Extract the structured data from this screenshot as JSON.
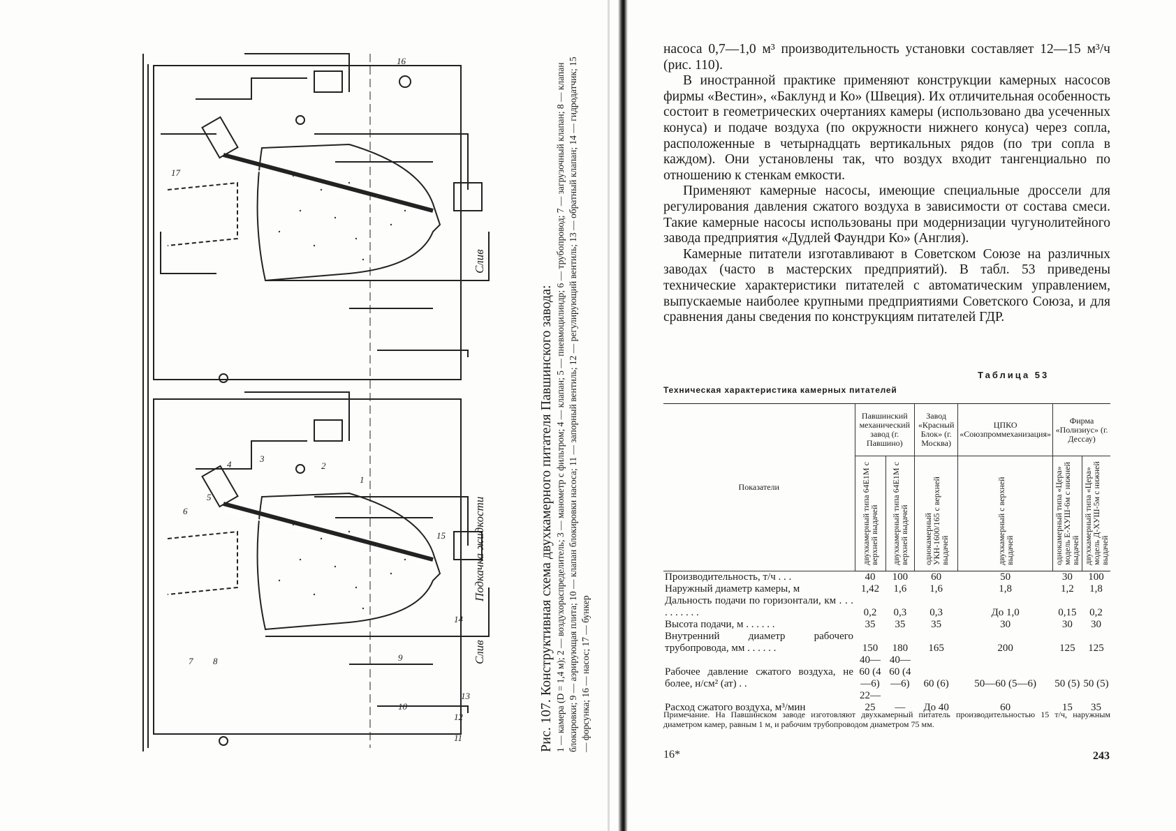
{
  "figure": {
    "title": "Рис. 107. Конструктивная схема двухкамерного питателя Павшинского завода:",
    "legend": "1 — камера (D = 1,4 м); 2 — воздухораспределитель; 3 — манометр с фильтром; 4 — клапан; 5 — пневмоцилиндр; 6 — трубопровод; 7 — загрузочный клапан; 8 — клапан блокировки; 9 — аэрирующая плита; 10 — клапан блокировки насоса; 11 — запорный вентиль; 12 — регулирующий вентиль; 13 — обратный клапан; 14 — гидродатчик; 15 — форсунка; 16 — насос; 17 — бункер",
    "labels": {
      "supply": "Подкачка жидкости",
      "drain_top": "Слив",
      "drain_bottom": "Слив",
      "n1": "1",
      "n2": "2",
      "n3": "3",
      "n4": "4",
      "n5": "5",
      "n6": "6",
      "n7": "7",
      "n8": "8",
      "n9": "9",
      "n10": "10",
      "n11": "11",
      "n12": "12",
      "n13": "13",
      "n14": "14",
      "n15": "15",
      "n16": "16",
      "n17": "17"
    }
  },
  "text": {
    "p1": "насоса 0,7—1,0 м³ производительность установки составляет 12—15 м³/ч (рис. 110).",
    "p2": "В иностранной практике применяют конструкции камерных насосов фирмы «Вестин», «Баклунд и Ко» (Швеция). Их отличительная особенность состоит в геометрических очертаниях камеры (использовано два усеченных конуса) и подаче воздуха (по окружности нижнего конуса) через сопла, расположенные в четырнадцать вертикальных рядов (по три сопла в каждом). Они установлены так, что воздух входит тангенциально по отношению к стенкам емкости.",
    "p3": "Применяют камерные насосы, имеющие специальные дроссели для регулирования давления сжатого воздуха в зависимости от состава смеси. Такие камерные насосы использованы при модернизации чугунолитейного завода предприятия «Дудлей Фаундри Ко» (Англия).",
    "p4": "Камерные питатели изготавливают в Советском Союзе на различных заводах (часто в мастерских предприятий). В табл. 53 приведены технические характеристики питателей с автоматическим управлением, выпускаемые наиболее крупными предприятиями Советского Союза, и для сравнения даны сведения по конструкциям питателей ГДР."
  },
  "table": {
    "number": "Таблица 53",
    "title": "Техническая характеристика камерных питателей",
    "col_header": "Показатели",
    "groups": [
      "Павшинский механический завод (г. Павшино)",
      "Завод «Красный Блок» (г. Москва)",
      "ЦПКО «Союзпроммеханизация»",
      "Фирма «Полизиус» (г. Дессау)"
    ],
    "subcols": [
      "двухкамерный типа 64Е1М с верхней выдачей",
      "двухкамерный типа 64Е1М с верхней выдачей",
      "однокамерный УКН-1600/165 с верхней выдачей",
      "двухкамерный с верхней выдачей",
      "однокамерный типа «Цера» модель Е-ХУШ-6м с нижней выдачей",
      "двухкамерный типа «Цера» модель Д-ХУШ-5м с нижней выдачей"
    ],
    "rows": [
      {
        "label": "Производительность, т/ч . . .",
        "values": [
          "40",
          "100",
          "60",
          "50",
          "30",
          "100"
        ]
      },
      {
        "label": "Наружный диаметр камеры, м",
        "values": [
          "1,42",
          "1,6",
          "1,6",
          "1,8",
          "1,2",
          "1,8"
        ]
      },
      {
        "label": "Дальность подачи по горизонтали, км . . . . . . . . . .",
        "values": [
          "0,2",
          "0,3",
          "0,3",
          "До 1,0",
          "0,15",
          "0,2"
        ]
      },
      {
        "label": "Высота подачи, м . . . . . .",
        "values": [
          "35",
          "35",
          "35",
          "30",
          "30",
          "30"
        ]
      },
      {
        "label": "Внутренний диаметр рабочего трубопровода, мм . . . . . .",
        "values": [
          "150",
          "180",
          "165",
          "200",
          "125",
          "125"
        ]
      },
      {
        "label": "Рабочее давление сжатого воздуха, не более, н/см² (ат) . .",
        "values": [
          "40—60 (4—6)",
          "40—60 (4—6)",
          "60 (6)",
          "50—60 (5—6)",
          "50 (5)",
          "50 (5)"
        ]
      },
      {
        "label": "Расход сжатого воздуха, м³/мин",
        "values": [
          "22—25",
          "—",
          "До 40",
          "60",
          "15",
          "35"
        ]
      }
    ],
    "note": "Примечание. На Павшинском заводе изготовляют двухкамерный питатель производительностью 15 т/ч, наружным диаметром камер, равным 1 м, и рабочим трубопроводом диаметром 75 мм."
  },
  "footer": {
    "signature": "16*",
    "page_number": "243"
  }
}
